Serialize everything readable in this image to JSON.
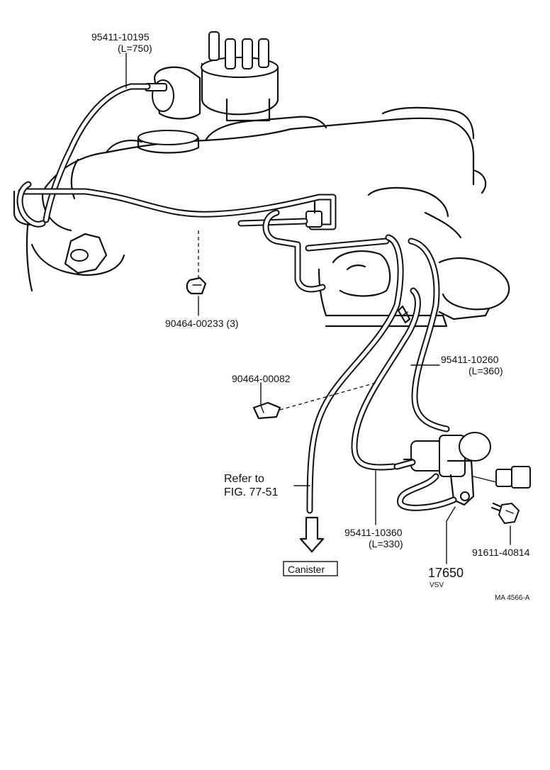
{
  "labels": {
    "hose_top_part": "95411-10195",
    "hose_top_len": "(L=750)",
    "clamp_a_part": "90464-00233 (3)",
    "clamp_b_part": "90464-00082",
    "hose_right_part": "95411-10260",
    "hose_right_len": "(L=360)",
    "refer_line1": "Refer to",
    "refer_line2": "FIG. 77-51",
    "hose_bottom_part": "95411-10360",
    "hose_bottom_len": "(L=330)",
    "bolt_part": "91611-40814",
    "canister": "Canister",
    "vsv_part": "17650",
    "vsv_name": "VSV",
    "figure_code": "MA  4566-A"
  }
}
